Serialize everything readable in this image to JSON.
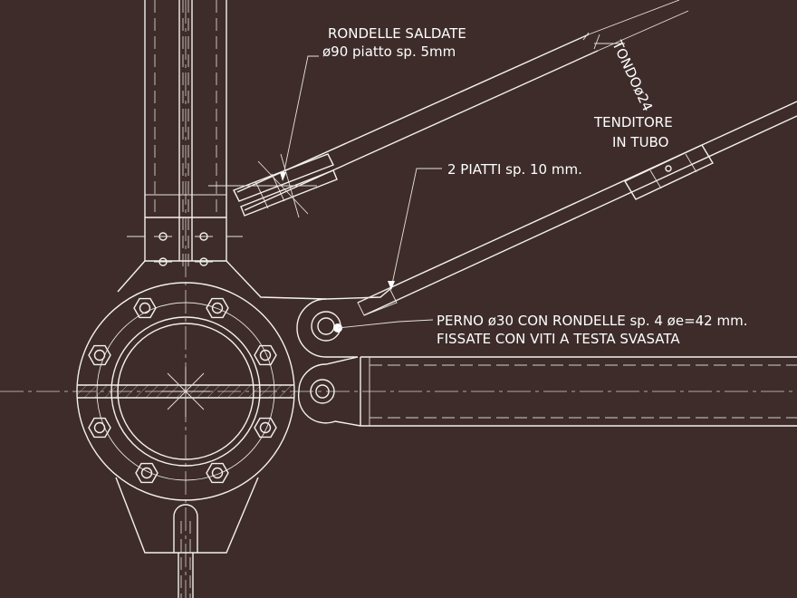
{
  "labels": {
    "rondelle_line1": "RONDELLE SALDATE",
    "rondelle_line2": "ø90 piatto sp. 5mm",
    "tondo": "TONDOø24",
    "tenditore_line1": "TENDITORE",
    "tenditore_line2": "IN TUBO",
    "piatti": "2 PIATTI sp. 10 mm.",
    "perno_line1": "PERNO ø30 CON RONDELLE sp. 4 øe=42 mm.",
    "perno_line2": "FISSATE CON VITI A TESTA SVASATA"
  },
  "colors": {
    "background": "#3d2c2a",
    "lines": "#f4f1ee"
  }
}
